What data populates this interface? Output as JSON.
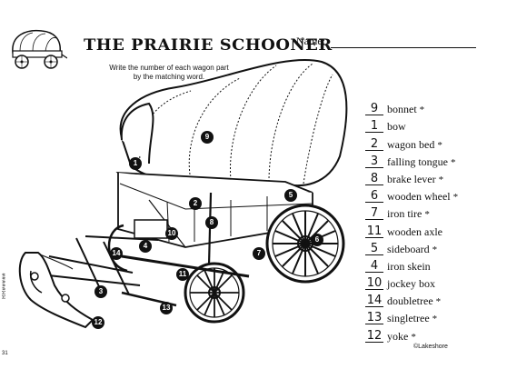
{
  "header": {
    "title": "THE PRAIRIE SCHOONER",
    "name_label": "Name:",
    "instructions_line1": "Write the number of each wagon part",
    "instructions_line2": "by the matching word."
  },
  "answers": [
    {
      "number": "9",
      "word": "bonnet",
      "star": "*"
    },
    {
      "number": "1",
      "word": "bow",
      "star": ""
    },
    {
      "number": "2",
      "word": "wagon bed",
      "star": "*"
    },
    {
      "number": "3",
      "word": "falling tongue",
      "star": "*"
    },
    {
      "number": "8",
      "word": "brake lever",
      "star": "*"
    },
    {
      "number": "6",
      "word": "wooden wheel",
      "star": "*"
    },
    {
      "number": "7",
      "word": "iron tire",
      "star": "*"
    },
    {
      "number": "11",
      "word": "wooden axle",
      "star": ""
    },
    {
      "number": "5",
      "word": "sideboard",
      "star": "*"
    },
    {
      "number": "4",
      "word": "iron skein",
      "star": ""
    },
    {
      "number": "10",
      "word": "jockey box",
      "star": ""
    },
    {
      "number": "14",
      "word": "doubletree",
      "star": "*"
    },
    {
      "number": "13",
      "word": "singletree",
      "star": "*"
    },
    {
      "number": "12",
      "word": "yoke",
      "star": "*"
    }
  ],
  "diagram_labels": [
    "1",
    "2",
    "3",
    "4",
    "5",
    "6",
    "7",
    "8",
    "9",
    "10",
    "11",
    "12",
    "13",
    "14"
  ],
  "footer": {
    "copyright": "©Lakeshore",
    "side_code": "RR#####",
    "page_number": "31"
  }
}
